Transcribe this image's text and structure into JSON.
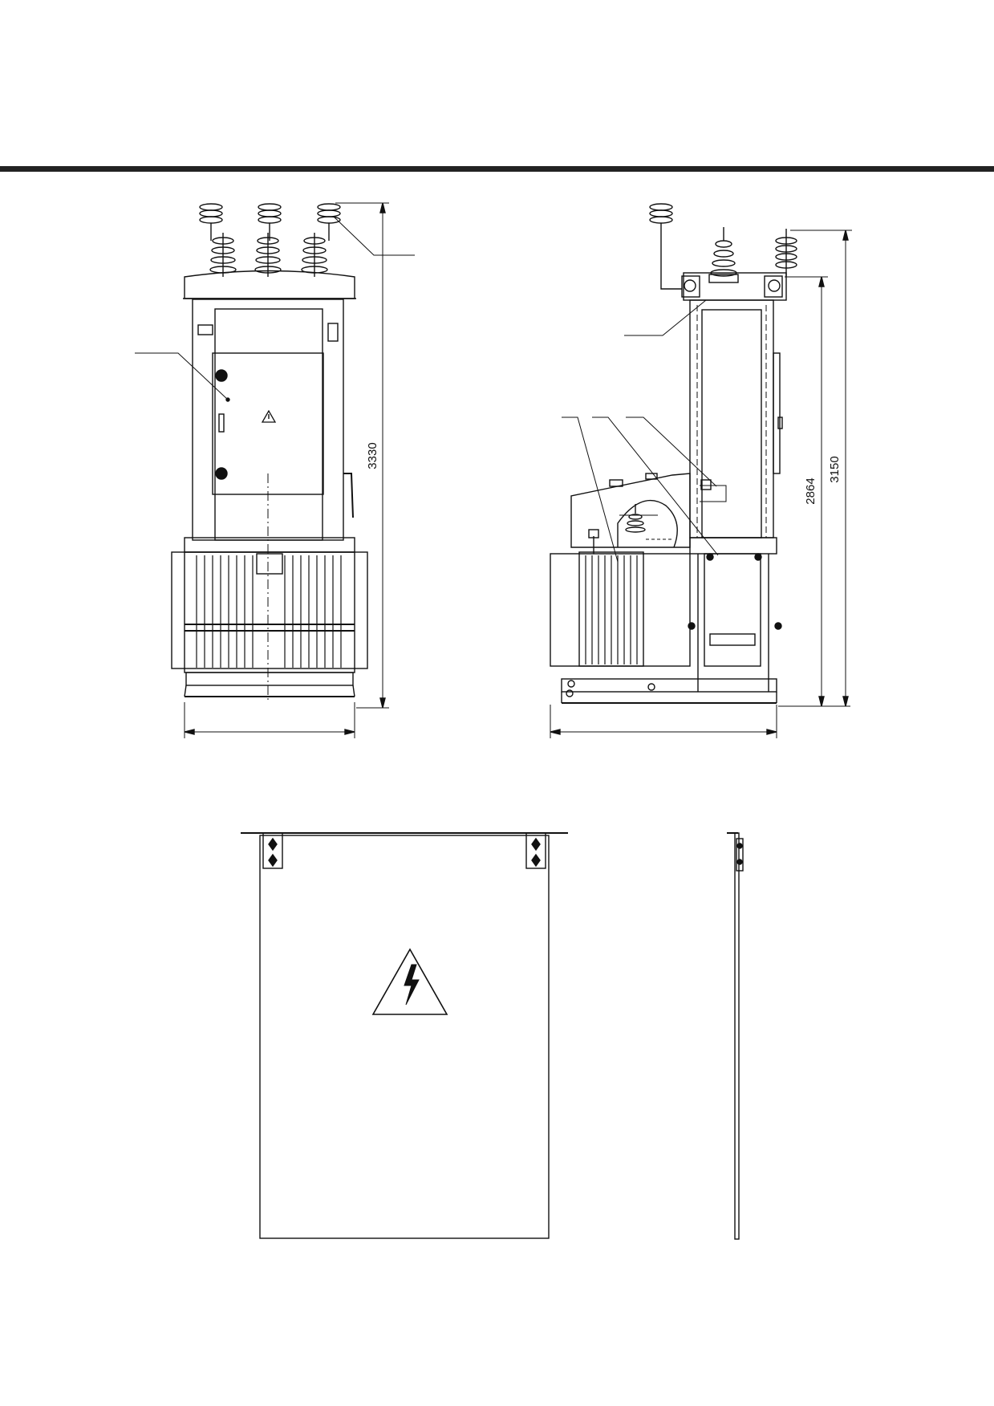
{
  "dimensions": {
    "front_height": "3330",
    "side_height_inner": "2864",
    "side_height_outer": "3150"
  },
  "colors": {
    "line": "#111111",
    "header_bar": "#222222",
    "background": "#ffffff"
  },
  "icons": {
    "warning_small": "warning-triangle-icon",
    "warning_large": "high-voltage-warning-icon"
  }
}
